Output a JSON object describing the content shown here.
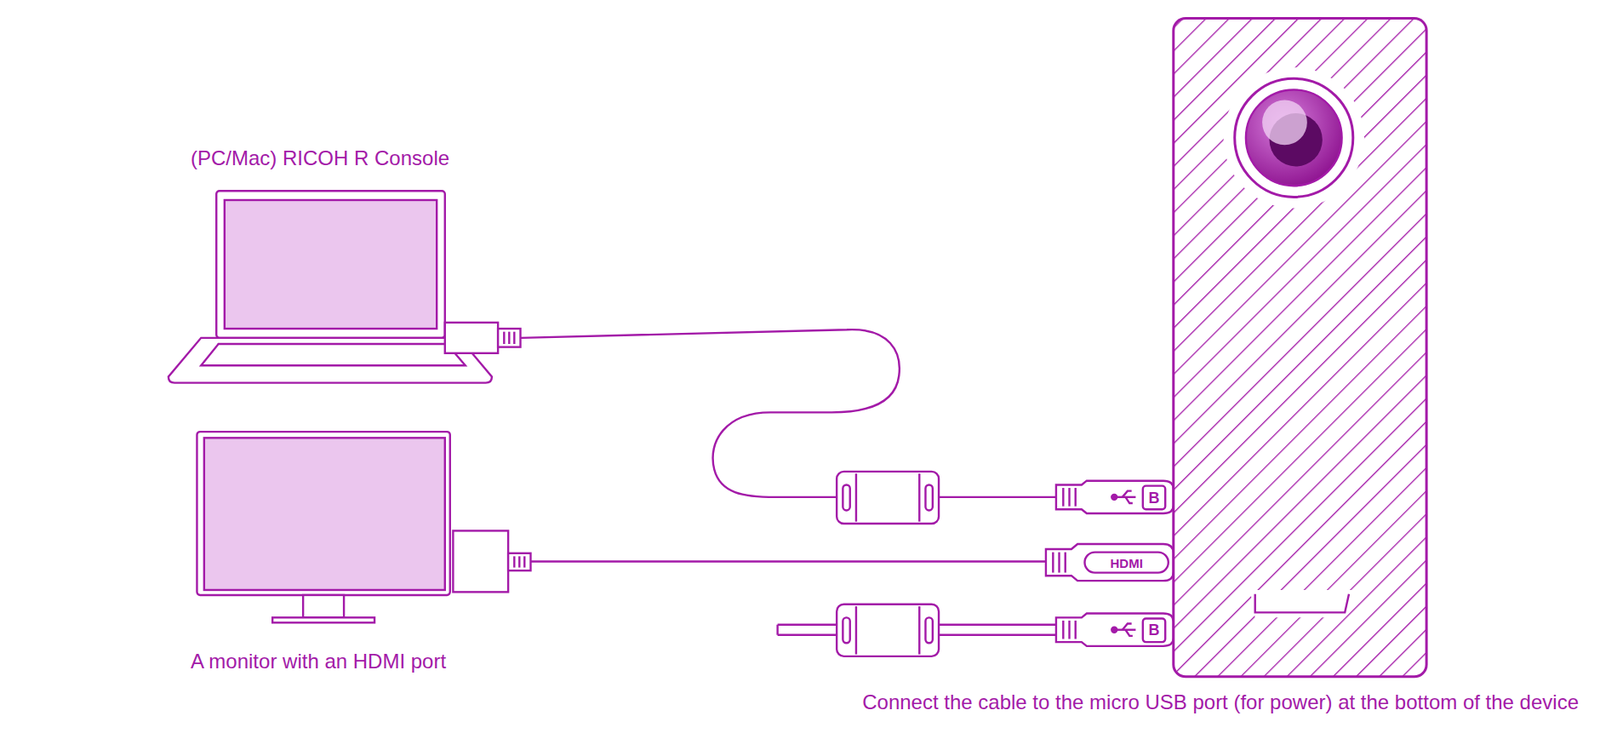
{
  "diagram": {
    "nodes": [
      {
        "text": [
          "(PC/Mac) RICOH R Console"
        ]
      },
      {
        "text": [
          "A monitor with an HDMI port"
        ]
      },
      {
        "text": [
          "Connect the cable to the micro USB port (for power) at the bottom of the device"
        ]
      }
    ],
    "edges": [
      {
        "from": 0,
        "to": 2,
        "arrow": "none"
      },
      {
        "from": 1,
        "to": 2,
        "arrow": "none"
      }
    ],
    "labels": [
      "B",
      "HDMI",
      "B"
    ]
  }
}
